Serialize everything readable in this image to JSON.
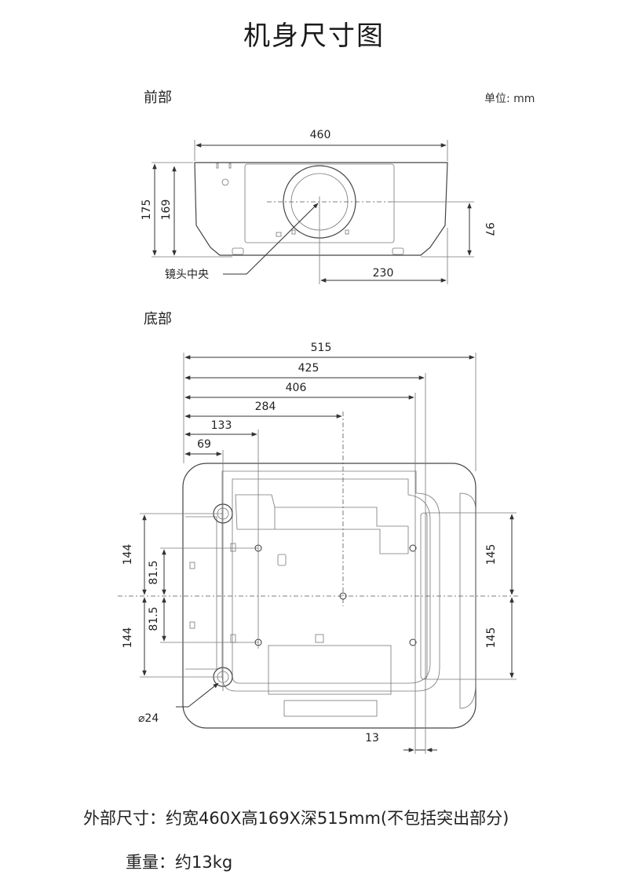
{
  "title": "机身尺寸图",
  "front": {
    "section_label": "前部",
    "unit_label": "单位: mm",
    "dim_width": "460",
    "dim_height_total": "175",
    "dim_height_body": "169",
    "dim_lens_height": "97",
    "dim_lens_offset": "230",
    "lens_center_label": "镜头中央"
  },
  "bottom": {
    "section_label": "底部",
    "dim_515": "515",
    "dim_425": "425",
    "dim_406": "406",
    "dim_284": "284",
    "dim_133": "133",
    "dim_69": "69",
    "dim_144_top": "144",
    "dim_81_5_top": "81.5",
    "dim_81_5_bottom": "81.5",
    "dim_144_bottom": "144",
    "dim_145_top": "145",
    "dim_145_bottom": "145",
    "dim_13": "13",
    "dim_diameter": "⌀24"
  },
  "specs": {
    "external_dimensions": "外部尺寸：约宽460X高169X深515mm(不包括突出部分)",
    "weight": "重量：约13kg"
  }
}
